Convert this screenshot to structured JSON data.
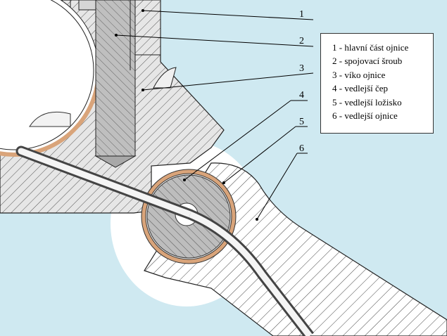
{
  "labels": [
    "1",
    "2",
    "3",
    "4",
    "5",
    "6"
  ],
  "legend": [
    "1 - hlavní část ojnice",
    "2 - spojovací šroub",
    "3 - víko ojnice",
    "4 - vedlejší čep",
    "5 - vedlejší ložisko",
    "6 - vedlejší ojnice"
  ],
  "colors": {
    "background": "#cfe9f1",
    "part_fill": "#e8e8e8",
    "bearing": "#d9a47a",
    "hatch": "#444444"
  }
}
